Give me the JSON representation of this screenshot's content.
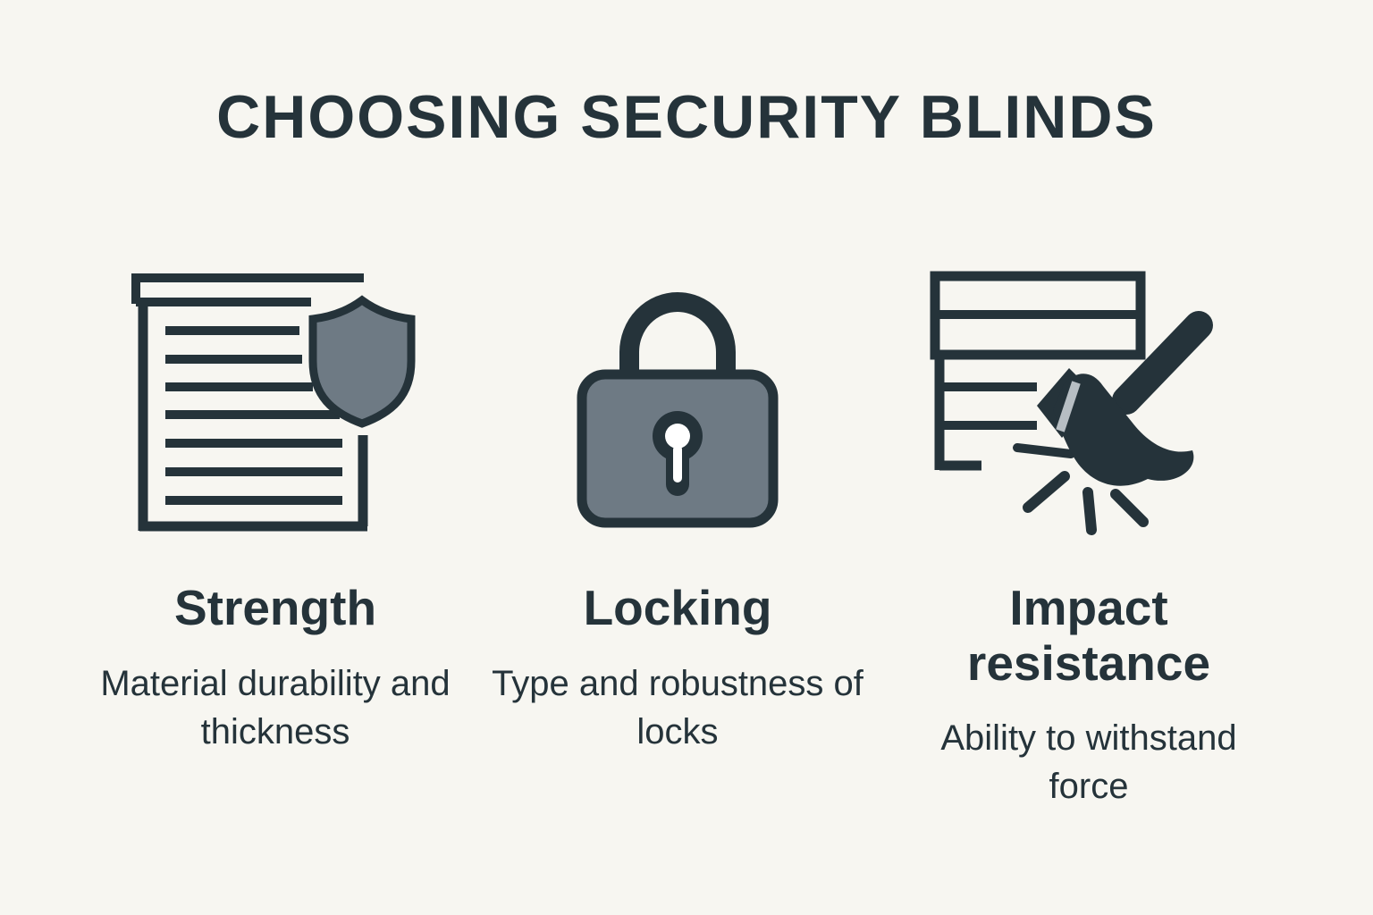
{
  "colors": {
    "background": "#f7f6f1",
    "ink": "#25333a",
    "icon_gray": "#6e7a84",
    "hammer_band": "#b7bec3"
  },
  "title": "CHOOSING SECURITY BLINDS",
  "cards": [
    {
      "label": "Strength",
      "description": "Material durability and thickness",
      "icon": "blinds-shield-icon"
    },
    {
      "label": "Locking",
      "description": "Type and robustness of locks",
      "icon": "padlock-icon"
    },
    {
      "label": "Impact resistance",
      "description": "Ability to withstand force",
      "icon": "blinds-hammer-icon"
    }
  ]
}
